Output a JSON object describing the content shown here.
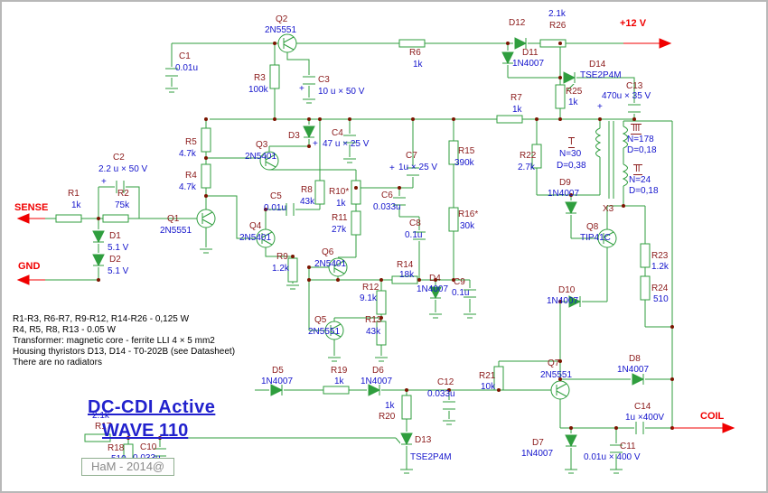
{
  "title": {
    "line1": "DC-CDI Active",
    "line2": "WAVE 110"
  },
  "stamp": "HaM - 2014@",
  "notes": [
    "R1-R3, R6-R7, R9-R12, R14-R26 - 0,125 W",
    "R4, R5, R8, R13 - 0.05 W",
    "Transformer: magnetic core - ferrite LLI 4 × 5 mm2",
    "Housing thyristors D13, D14 - T0-202B (see Datasheet)",
    "There are no radiators"
  ],
  "colors": {
    "wire": "#2f9e3e",
    "junction_dot": "#7a1500",
    "component_name": "#8b1a1a",
    "component_value": "#1414cc",
    "port_label": "#f00000",
    "title": "#2121cd"
  },
  "ports": [
    "SENSE",
    "GND",
    "+12 V",
    "COIL"
  ],
  "labels": [
    [
      "C1",
      196,
      55,
      "n"
    ],
    [
      "0.01u",
      192,
      68,
      "v"
    ],
    [
      "Q2",
      303,
      14,
      "n"
    ],
    [
      "2N5551",
      291,
      26,
      "v"
    ],
    [
      "R3",
      279,
      79,
      "n"
    ],
    [
      "100k",
      273,
      92,
      "v"
    ],
    [
      "C3",
      350,
      81,
      "n"
    ],
    [
      "+",
      329,
      91,
      "v"
    ],
    [
      "10 u × 50 V",
      350,
      94,
      "v"
    ],
    [
      "R6",
      451,
      51,
      "n"
    ],
    [
      "1k",
      455,
      64,
      "v"
    ],
    [
      "D12",
      561,
      18,
      "n"
    ],
    [
      "2.1k",
      605,
      8,
      "v"
    ],
    [
      "R26",
      606,
      21,
      "n"
    ],
    [
      "D11",
      576,
      51,
      "n"
    ],
    [
      "1N4007",
      565,
      63,
      "v"
    ],
    [
      "+12 V",
      684,
      19,
      "r"
    ],
    [
      "D14",
      650,
      64,
      "n"
    ],
    [
      "TSE2P4M",
      640,
      76,
      "v"
    ],
    [
      "R25",
      624,
      94,
      "n"
    ],
    [
      "1k",
      627,
      106,
      "v"
    ],
    [
      "C13",
      691,
      88,
      "n"
    ],
    [
      "470u × 35 V",
      664,
      99,
      "v"
    ],
    [
      "+",
      659,
      111,
      "v"
    ],
    [
      "R7",
      563,
      101,
      "n"
    ],
    [
      "1k",
      565,
      114,
      "v"
    ],
    [
      "D3",
      317,
      143,
      "n"
    ],
    [
      "C4",
      365,
      140,
      "n"
    ],
    [
      "+",
      344,
      152,
      "v"
    ],
    [
      "47 u × 25 V",
      355,
      152,
      "v"
    ],
    [
      "R5",
      203,
      150,
      "n"
    ],
    [
      "4.7k",
      196,
      163,
      "v"
    ],
    [
      "Q3",
      281,
      153,
      "n"
    ],
    [
      "2N5401",
      269,
      166,
      "v"
    ],
    [
      "R4",
      203,
      187,
      "n"
    ],
    [
      "4.7k",
      196,
      200,
      "v"
    ],
    [
      "C2",
      123,
      167,
      "n"
    ],
    [
      "2.2 u × 50 V",
      107,
      180,
      "v"
    ],
    [
      "+",
      110,
      194,
      "v"
    ],
    [
      "R2",
      128,
      207,
      "n"
    ],
    [
      "75k",
      125,
      220,
      "v"
    ],
    [
      "R1",
      73,
      207,
      "n"
    ],
    [
      "1k",
      77,
      220,
      "v"
    ],
    [
      "SENSE",
      14,
      223,
      "r"
    ],
    [
      "Q1",
      183,
      235,
      "n"
    ],
    [
      "2N5551",
      175,
      248,
      "v"
    ],
    [
      "D1",
      119,
      254,
      "n"
    ],
    [
      "5.1 V",
      117,
      267,
      "v"
    ],
    [
      "D2",
      119,
      280,
      "n"
    ],
    [
      "5.1 V",
      117,
      293,
      "v"
    ],
    [
      "GND",
      18,
      288,
      "r"
    ],
    [
      "C5",
      297,
      210,
      "n"
    ],
    [
      "0.01u",
      290,
      223,
      "v"
    ],
    [
      "R8",
      331,
      203,
      "n"
    ],
    [
      "43k",
      330,
      216,
      "v"
    ],
    [
      "R10*",
      362,
      205,
      "n"
    ],
    [
      "1k",
      370,
      218,
      "v"
    ],
    [
      "C7",
      447,
      165,
      "n"
    ],
    [
      "+",
      429,
      179,
      "v"
    ],
    [
      "1u × 25 V",
      439,
      178,
      "v"
    ],
    [
      "R15",
      505,
      160,
      "n"
    ],
    [
      "390k",
      501,
      173,
      "v"
    ],
    [
      "R22",
      573,
      165,
      "n"
    ],
    [
      "2.7k",
      571,
      178,
      "v"
    ],
    [
      "I",
      627,
      150,
      "rn"
    ],
    [
      "N=30",
      617,
      163,
      "v"
    ],
    [
      "D=0,38",
      614,
      176,
      "v"
    ],
    [
      "III",
      696,
      135,
      "rn"
    ],
    [
      "N=178",
      692,
      147,
      "v"
    ],
    [
      "D=0,18",
      692,
      159,
      "v"
    ],
    [
      "II",
      699,
      180,
      "rn"
    ],
    [
      "N=24",
      694,
      192,
      "v"
    ],
    [
      "D=0,18",
      694,
      204,
      "v"
    ],
    [
      "D9",
      617,
      195,
      "n"
    ],
    [
      "1N4007",
      604,
      207,
      "v"
    ],
    [
      "X3",
      665,
      224,
      "n"
    ],
    [
      "Q8",
      647,
      244,
      "n"
    ],
    [
      "TIP41C",
      640,
      256,
      "v"
    ],
    [
      "Q4",
      274,
      243,
      "n"
    ],
    [
      "2N5401",
      263,
      256,
      "v"
    ],
    [
      "R9",
      304,
      277,
      "n"
    ],
    [
      "1.2k",
      299,
      290,
      "v"
    ],
    [
      "Q6",
      354,
      272,
      "n"
    ],
    [
      "2N5401",
      346,
      285,
      "v"
    ],
    [
      "R11",
      365,
      234,
      "n"
    ],
    [
      "27k",
      365,
      247,
      "v"
    ],
    [
      "C6",
      420,
      209,
      "n"
    ],
    [
      "0.033u",
      411,
      222,
      "v"
    ],
    [
      "C8",
      451,
      240,
      "n"
    ],
    [
      "0.1u",
      446,
      253,
      "v"
    ],
    [
      "R16*",
      505,
      230,
      "n"
    ],
    [
      "30k",
      507,
      243,
      "v"
    ],
    [
      "R23",
      719,
      276,
      "n"
    ],
    [
      "1.2k",
      719,
      288,
      "v"
    ],
    [
      "D10",
      616,
      314,
      "n"
    ],
    [
      "1N4007",
      603,
      326,
      "v"
    ],
    [
      "R24",
      719,
      312,
      "n"
    ],
    [
      "510",
      721,
      324,
      "v"
    ],
    [
      "R12",
      399,
      311,
      "n"
    ],
    [
      "9.1k",
      396,
      323,
      "v"
    ],
    [
      "R14",
      437,
      286,
      "n"
    ],
    [
      "18k",
      440,
      297,
      "v"
    ],
    [
      "D4",
      473,
      301,
      "n"
    ],
    [
      "1N4007",
      459,
      313,
      "v"
    ],
    [
      "C9",
      500,
      305,
      "n"
    ],
    [
      "0.1u",
      498,
      317,
      "v"
    ],
    [
      "Q5",
      346,
      347,
      "n"
    ],
    [
      "2N5551",
      339,
      360,
      "v"
    ],
    [
      "R13",
      402,
      347,
      "n"
    ],
    [
      "43k",
      403,
      360,
      "v"
    ],
    [
      "D5",
      299,
      403,
      "n"
    ],
    [
      "1N4007",
      287,
      415,
      "v"
    ],
    [
      "R19",
      364,
      403,
      "n"
    ],
    [
      "1k",
      368,
      415,
      "v"
    ],
    [
      "D6",
      410,
      403,
      "n"
    ],
    [
      "1N4007",
      397,
      415,
      "v"
    ],
    [
      "C12",
      482,
      416,
      "n"
    ],
    [
      "0.033u",
      471,
      429,
      "v"
    ],
    [
      "R21",
      528,
      409,
      "n"
    ],
    [
      "10k",
      530,
      421,
      "v"
    ],
    [
      "Q7",
      604,
      395,
      "n"
    ],
    [
      "2N5551",
      596,
      408,
      "v"
    ],
    [
      "D8",
      694,
      390,
      "n"
    ],
    [
      "1N4007",
      681,
      402,
      "v"
    ],
    [
      "C14",
      700,
      443,
      "n"
    ],
    [
      "1u ×400V",
      690,
      455,
      "v"
    ],
    [
      "COIL",
      773,
      454,
      "r"
    ],
    [
      "2.1k",
      100,
      453,
      "v"
    ],
    [
      "R17",
      103,
      465,
      "n"
    ],
    [
      "R18",
      117,
      489,
      "n"
    ],
    [
      "510",
      121,
      501,
      "v"
    ],
    [
      "C10",
      153,
      488,
      "n"
    ],
    [
      "0.033u",
      145,
      500,
      "v"
    ],
    [
      "1k",
      424,
      442,
      "v"
    ],
    [
      "R20",
      417,
      454,
      "n"
    ],
    [
      "D13",
      457,
      480,
      "n"
    ],
    [
      "TSE2P4M",
      452,
      499,
      "v"
    ],
    [
      "D7",
      587,
      483,
      "n"
    ],
    [
      "1N4007",
      575,
      495,
      "v"
    ],
    [
      "C11",
      684,
      487,
      "n"
    ],
    [
      "0.01u × 400 V",
      644,
      499,
      "v"
    ]
  ]
}
